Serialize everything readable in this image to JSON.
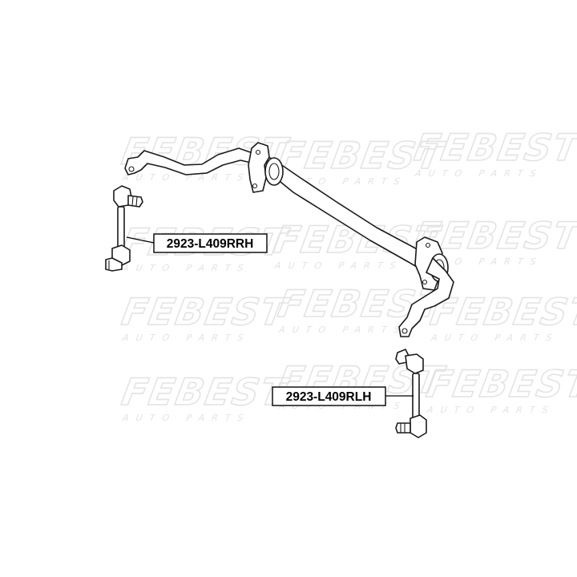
{
  "watermark": {
    "brand": "FEBEST",
    "tagline": "AUTO PARTS"
  },
  "callouts": [
    {
      "id": "rrh",
      "part_number": "2923-L409RRH"
    },
    {
      "id": "rlh",
      "part_number": "2923-L409RLH"
    }
  ]
}
